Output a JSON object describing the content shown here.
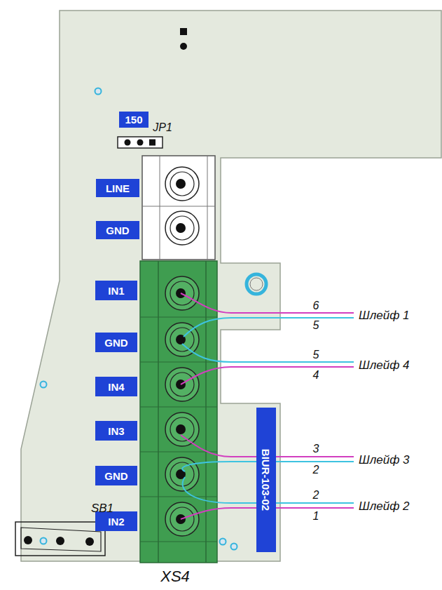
{
  "diagram": {
    "nodes": [
      {
        "text": [
          "150"
        ]
      },
      {
        "text": [
          "LINE"
        ]
      },
      {
        "text": [
          "GND"
        ]
      },
      {
        "text": [
          "IN1"
        ]
      },
      {
        "text": [
          "GND"
        ]
      },
      {
        "text": [
          "IN4"
        ]
      },
      {
        "text": [
          "IN3"
        ]
      },
      {
        "text": [
          "GND"
        ]
      },
      {
        "text": [
          "IN2"
        ]
      },
      {
        "text": [
          "BIUR-103-02"
        ]
      }
    ],
    "labels": [
      "JP1",
      "6",
      "Шлейф 1",
      "5",
      "5",
      "Шлейф 4",
      "4",
      "3",
      "Шлейф 3",
      "2",
      "2",
      "Шлейф 2",
      "1",
      "SB1",
      "XS4"
    ]
  }
}
